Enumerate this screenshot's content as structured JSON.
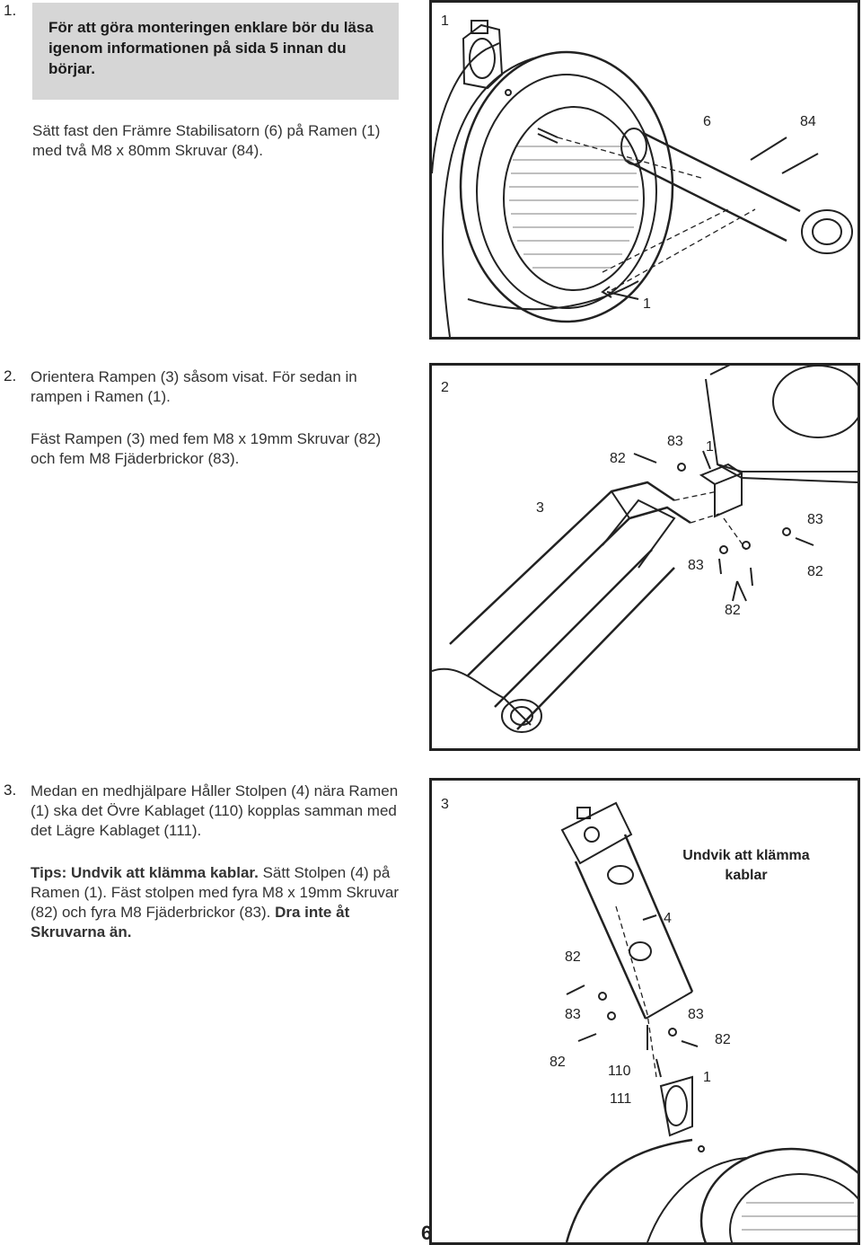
{
  "step1": {
    "number": "1.",
    "note": "För att göra monteringen enklare bör du läsa igenom informationen på sida 5 innan du börjar.",
    "text": "Sätt fast den Främre Stabilisatorn (6) på Ramen (1) med två M8 x 80mm Skruvar (84).",
    "figure": {
      "number": "1",
      "labels": [
        "6",
        "84",
        "1"
      ]
    }
  },
  "step2": {
    "number": "2.",
    "text1": "Orientera Rampen (3) såsom visat. För sedan in rampen i Ramen (1).",
    "text2": "Fäst Rampen (3) med fem M8 x 19mm Skruvar (82) och fem M8 Fjäderbrickor (83).",
    "figure": {
      "number": "2",
      "labels": [
        "82",
        "83",
        "1",
        "3",
        "83",
        "83",
        "82",
        "82"
      ]
    }
  },
  "step3": {
    "number": "3.",
    "text1": "Medan en medhjälpare Håller Stolpen (4) nära Ramen (1) ska det Övre Kablaget (110) kopplas samman med det Lägre Kablaget (111).",
    "tip_bold": "Tips: Undvik att klämma kablar.",
    "tip_text": " Sätt Stolpen (4) på Ramen (1). Fäst stolpen med fyra M8 x 19mm Skruvar (82) och fyra M8 Fjäderbrickor (83).",
    "tip_bold2": " Dra inte åt Skruvarna än.",
    "figure": {
      "number": "3",
      "callout": "Undvik att klämma kablar",
      "labels": [
        "4",
        "82",
        "83",
        "83",
        "82",
        "82",
        "110",
        "1",
        "111"
      ]
    }
  },
  "page_number": "6"
}
